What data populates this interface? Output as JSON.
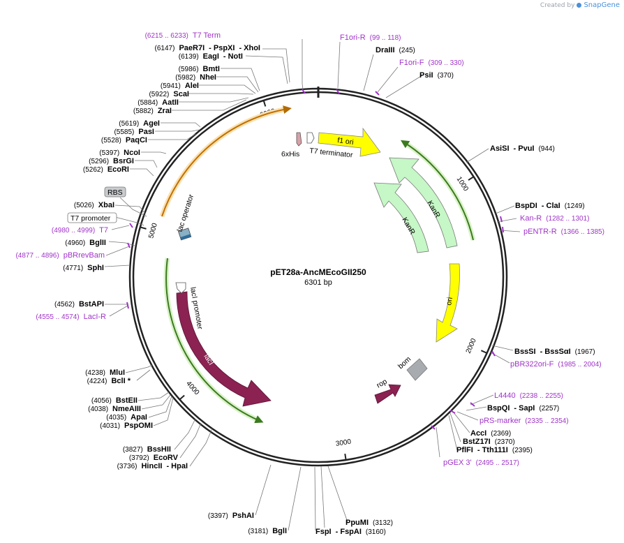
{
  "brand": {
    "created_by": "Created by",
    "app": "SnapGene"
  },
  "plasmid": {
    "name": "pET28a-AncMEcoGII250",
    "size_label": "6301 bp",
    "total_bp": 6301
  },
  "colors": {
    "primer": "#a033c8",
    "f1_ori": "#ffff00",
    "kanr": "#c6f7c6",
    "ori": "#ffff00",
    "laci": "#8b2252",
    "rop": "#8b2252",
    "bom": "#a8acb0",
    "orange_orf": "#f5a623",
    "green_orf": "#7cc04a"
  },
  "ticks": [
    {
      "bp": 1000,
      "label": "1000"
    },
    {
      "bp": 2000,
      "label": "2000"
    },
    {
      "bp": 3000,
      "label": "3000"
    },
    {
      "bp": 4000,
      "label": "4000"
    },
    {
      "bp": 5000,
      "label": "5000"
    },
    {
      "bp": 6000,
      "label": "6000"
    }
  ],
  "features": [
    {
      "name": "f1 ori",
      "type": "f1_ori"
    },
    {
      "name": "KanR",
      "type": "kanr_outer"
    },
    {
      "name": "KanR",
      "type": "kanr_inner"
    },
    {
      "name": "ori",
      "type": "ori"
    },
    {
      "name": "bom",
      "type": "bom"
    },
    {
      "name": "rop",
      "type": "rop"
    },
    {
      "name": "lacI",
      "type": "laci"
    },
    {
      "name": "lacI promoter",
      "type": "laci_promoter"
    },
    {
      "name": "lac operator",
      "type": "lac_operator"
    },
    {
      "name": "6xHis",
      "type": "his"
    },
    {
      "name": "T7 terminator",
      "type": "t7term"
    }
  ],
  "boxed_features": [
    {
      "name": "RBS",
      "style": "filled"
    },
    {
      "name": "T7 promoter",
      "style": "outline"
    }
  ],
  "sites_right": [
    {
      "parts": [
        {
          "t": "DraIII",
          "c": "site"
        },
        {
          "t": "(245)",
          "c": "pos"
        }
      ]
    },
    {
      "parts": [
        {
          "t": "F1ori-F",
          "c": "primer"
        },
        {
          "t": "(309 .. 330)",
          "c": "ppos"
        }
      ]
    },
    {
      "parts": [
        {
          "t": "PsiI",
          "c": "site"
        },
        {
          "t": "(370)",
          "c": "pos"
        }
      ]
    },
    {
      "parts": [
        {
          "t": "AsiSI",
          "c": "site"
        },
        {
          "t": "- PvuI",
          "c": "site"
        },
        {
          "t": "(944)",
          "c": "pos"
        }
      ]
    },
    {
      "parts": [
        {
          "t": "BspDI",
          "c": "site"
        },
        {
          "t": "- ClaI",
          "c": "site"
        },
        {
          "t": "(1249)",
          "c": "pos"
        }
      ]
    },
    {
      "parts": [
        {
          "t": "Kan-R",
          "c": "primer"
        },
        {
          "t": "(1282 .. 1301)",
          "c": "ppos"
        }
      ]
    },
    {
      "parts": [
        {
          "t": "pENTR-R",
          "c": "primer"
        },
        {
          "t": "(1366 .. 1385)",
          "c": "ppos"
        }
      ]
    },
    {
      "parts": [
        {
          "t": "BssSI",
          "c": "site"
        },
        {
          "t": "- BssSαI",
          "c": "site"
        },
        {
          "t": "(1967)",
          "c": "pos"
        }
      ]
    },
    {
      "parts": [
        {
          "t": "pBR322ori-F",
          "c": "primer"
        },
        {
          "t": "(1985 .. 2004)",
          "c": "ppos"
        }
      ]
    },
    {
      "parts": [
        {
          "t": "L4440",
          "c": "primer"
        },
        {
          "t": "(2238 .. 2255)",
          "c": "ppos"
        }
      ]
    },
    {
      "parts": [
        {
          "t": "BspQI",
          "c": "site"
        },
        {
          "t": "- SapI",
          "c": "site"
        },
        {
          "t": "(2257)",
          "c": "pos"
        }
      ]
    },
    {
      "parts": [
        {
          "t": "pRS-marker",
          "c": "primer"
        },
        {
          "t": "(2335 .. 2354)",
          "c": "ppos"
        }
      ]
    },
    {
      "parts": [
        {
          "t": "AccI",
          "c": "site"
        },
        {
          "t": "(2369)",
          "c": "pos"
        }
      ]
    },
    {
      "parts": [
        {
          "t": "BstZ17I",
          "c": "site"
        },
        {
          "t": "(2370)",
          "c": "pos"
        }
      ]
    },
    {
      "parts": [
        {
          "t": "PflFI",
          "c": "site"
        },
        {
          "t": "- Tth111I",
          "c": "site"
        },
        {
          "t": "(2395)",
          "c": "pos"
        }
      ]
    },
    {
      "parts": [
        {
          "t": "pGEX 3'",
          "c": "primer"
        },
        {
          "t": "(2495 .. 2517)",
          "c": "ppos"
        }
      ]
    },
    {
      "parts": [
        {
          "t": "PpuMI",
          "c": "site"
        },
        {
          "t": "(3132)",
          "c": "pos"
        }
      ]
    },
    {
      "parts": [
        {
          "t": "FspI",
          "c": "site"
        },
        {
          "t": "- FspAI",
          "c": "site"
        },
        {
          "t": "(3160)",
          "c": "pos"
        }
      ]
    }
  ],
  "sites_top": [
    {
      "parts": [
        {
          "t": "(6215 .. 6233)",
          "c": "ppos"
        },
        {
          "t": "T7 Term",
          "c": "primer"
        }
      ]
    },
    {
      "parts": [
        {
          "t": "F1ori-R",
          "c": "primer"
        },
        {
          "t": "(99 .. 118)",
          "c": "ppos"
        }
      ]
    }
  ],
  "sites_left": [
    {
      "parts": [
        {
          "t": "(6147)",
          "c": "pos"
        },
        {
          "t": "PaeR7I",
          "c": "site"
        },
        {
          "t": "- PspXI",
          "c": "site"
        },
        {
          "t": "- XhoI",
          "c": "site"
        }
      ]
    },
    {
      "parts": [
        {
          "t": "(6139)",
          "c": "pos"
        },
        {
          "t": "EagI",
          "c": "site"
        },
        {
          "t": "- NotI",
          "c": "site"
        }
      ]
    },
    {
      "parts": [
        {
          "t": "(5986)",
          "c": "pos"
        },
        {
          "t": "BmtI",
          "c": "site"
        }
      ]
    },
    {
      "parts": [
        {
          "t": "(5982)",
          "c": "pos"
        },
        {
          "t": "NheI",
          "c": "site"
        }
      ]
    },
    {
      "parts": [
        {
          "t": "(5941)",
          "c": "pos"
        },
        {
          "t": "AleI",
          "c": "site"
        }
      ]
    },
    {
      "parts": [
        {
          "t": "(5922)",
          "c": "pos"
        },
        {
          "t": "ScaI",
          "c": "site"
        }
      ]
    },
    {
      "parts": [
        {
          "t": "(5884)",
          "c": "pos"
        },
        {
          "t": "AatII",
          "c": "site"
        }
      ]
    },
    {
      "parts": [
        {
          "t": "(5882)",
          "c": "pos"
        },
        {
          "t": "ZraI",
          "c": "site"
        }
      ]
    },
    {
      "parts": [
        {
          "t": "(5619)",
          "c": "pos"
        },
        {
          "t": "AgeI",
          "c": "site"
        }
      ]
    },
    {
      "parts": [
        {
          "t": "(5585)",
          "c": "pos"
        },
        {
          "t": "PasI",
          "c": "site"
        }
      ]
    },
    {
      "parts": [
        {
          "t": "(5528)",
          "c": "pos"
        },
        {
          "t": "PaqCI",
          "c": "site"
        }
      ]
    },
    {
      "parts": [
        {
          "t": "(5397)",
          "c": "pos"
        },
        {
          "t": "NcoI",
          "c": "site"
        }
      ]
    },
    {
      "parts": [
        {
          "t": "(5296)",
          "c": "pos"
        },
        {
          "t": "BsrGI",
          "c": "site"
        }
      ]
    },
    {
      "parts": [
        {
          "t": "(5262)",
          "c": "pos"
        },
        {
          "t": "EcoRI",
          "c": "site"
        }
      ]
    },
    {
      "parts": [
        {
          "t": "(5026)",
          "c": "pos"
        },
        {
          "t": "XbaI",
          "c": "site"
        }
      ]
    },
    {
      "parts": [
        {
          "t": "(4980 .. 4999)",
          "c": "ppos"
        },
        {
          "t": "T7",
          "c": "primer"
        }
      ]
    },
    {
      "parts": [
        {
          "t": "(4960)",
          "c": "pos"
        },
        {
          "t": "BglII",
          "c": "site"
        }
      ]
    },
    {
      "parts": [
        {
          "t": "(4877 .. 4896)",
          "c": "ppos"
        },
        {
          "t": "pBRrevBam",
          "c": "primer"
        }
      ]
    },
    {
      "parts": [
        {
          "t": "(4771)",
          "c": "pos"
        },
        {
          "t": "SphI",
          "c": "site"
        }
      ]
    },
    {
      "parts": [
        {
          "t": "(4562)",
          "c": "pos"
        },
        {
          "t": "BstAPI",
          "c": "site"
        }
      ]
    },
    {
      "parts": [
        {
          "t": "(4555 .. 4574)",
          "c": "ppos"
        },
        {
          "t": "LacI-R",
          "c": "primer"
        }
      ]
    },
    {
      "parts": [
        {
          "t": "(4238)",
          "c": "pos"
        },
        {
          "t": "MluI",
          "c": "site"
        }
      ]
    },
    {
      "parts": [
        {
          "t": "(4224)",
          "c": "pos"
        },
        {
          "t": "BclI *",
          "c": "site"
        }
      ]
    },
    {
      "parts": [
        {
          "t": "(4056)",
          "c": "pos"
        },
        {
          "t": "BstEII",
          "c": "site"
        }
      ]
    },
    {
      "parts": [
        {
          "t": "(4038)",
          "c": "pos"
        },
        {
          "t": "NmeAIII",
          "c": "site"
        }
      ]
    },
    {
      "parts": [
        {
          "t": "(4035)",
          "c": "pos"
        },
        {
          "t": "ApaI",
          "c": "site"
        }
      ]
    },
    {
      "parts": [
        {
          "t": "(4031)",
          "c": "pos"
        },
        {
          "t": "PspOMI",
          "c": "site"
        }
      ]
    },
    {
      "parts": [
        {
          "t": "(3827)",
          "c": "pos"
        },
        {
          "t": "BssHII",
          "c": "site"
        }
      ]
    },
    {
      "parts": [
        {
          "t": "(3792)",
          "c": "pos"
        },
        {
          "t": "EcoRV",
          "c": "site"
        }
      ]
    },
    {
      "parts": [
        {
          "t": "(3736)",
          "c": "pos"
        },
        {
          "t": "HincII",
          "c": "site"
        },
        {
          "t": "- HpaI",
          "c": "site"
        }
      ]
    },
    {
      "parts": [
        {
          "t": "(3397)",
          "c": "pos"
        },
        {
          "t": "PshAI",
          "c": "site"
        }
      ]
    },
    {
      "parts": [
        {
          "t": "(3181)",
          "c": "pos"
        },
        {
          "t": "BglI",
          "c": "site"
        }
      ]
    }
  ]
}
